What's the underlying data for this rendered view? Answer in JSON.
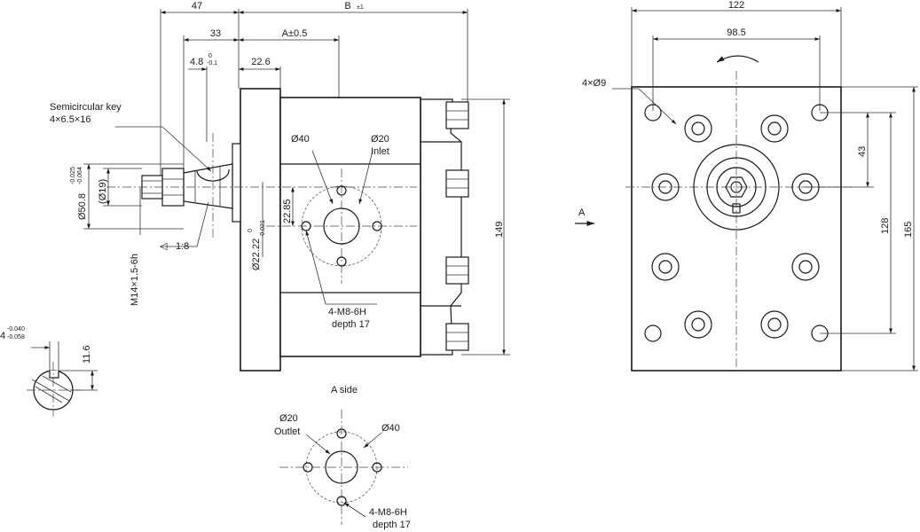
{
  "side_view": {
    "dim_47": "47",
    "dim_b": "B",
    "dim_b_tol": "±1",
    "dim_33": "33",
    "dim_a": "A±0.5",
    "dim_48": "4.8",
    "dim_48_tol_upper": "0",
    "dim_48_tol_lower": "-0.1",
    "dim_226": "22.6",
    "key_label_1": "Semicircular key",
    "key_label_2": "4×6.5×16",
    "d40": "Ø40",
    "d20": "Ø20",
    "inlet": "Inlet",
    "shaft_dia": "Ø50.8",
    "shaft_dia_tol_upper": "-0.025",
    "shaft_dia_tol_lower": "-0.064",
    "d19": "(Ø19)",
    "dim_2285": "22.85",
    "taper": "1:8",
    "thread": "M14×1.5-6h",
    "bore": "Ø22.22",
    "bore_tol_upper": "0",
    "bore_tol_lower": "-0.021",
    "ports": "4-M8-6H",
    "ports_depth": "depth 17",
    "dim_149": "149"
  },
  "section": {
    "tol_upper": "-0.040",
    "tol_lower": "-0.058",
    "dim_116": "11.6"
  },
  "a_side": {
    "title": "A side",
    "d20": "Ø20",
    "outlet": "Outlet",
    "d40": "Ø40",
    "ports": "4-M8-6H",
    "ports_depth": "depth 17"
  },
  "front_view": {
    "dim_122": "122",
    "dim_985": "98.5",
    "holes": "4×Ø9",
    "dim_43": "43",
    "dim_128": "128",
    "dim_165": "165",
    "view_arrow": "A"
  }
}
